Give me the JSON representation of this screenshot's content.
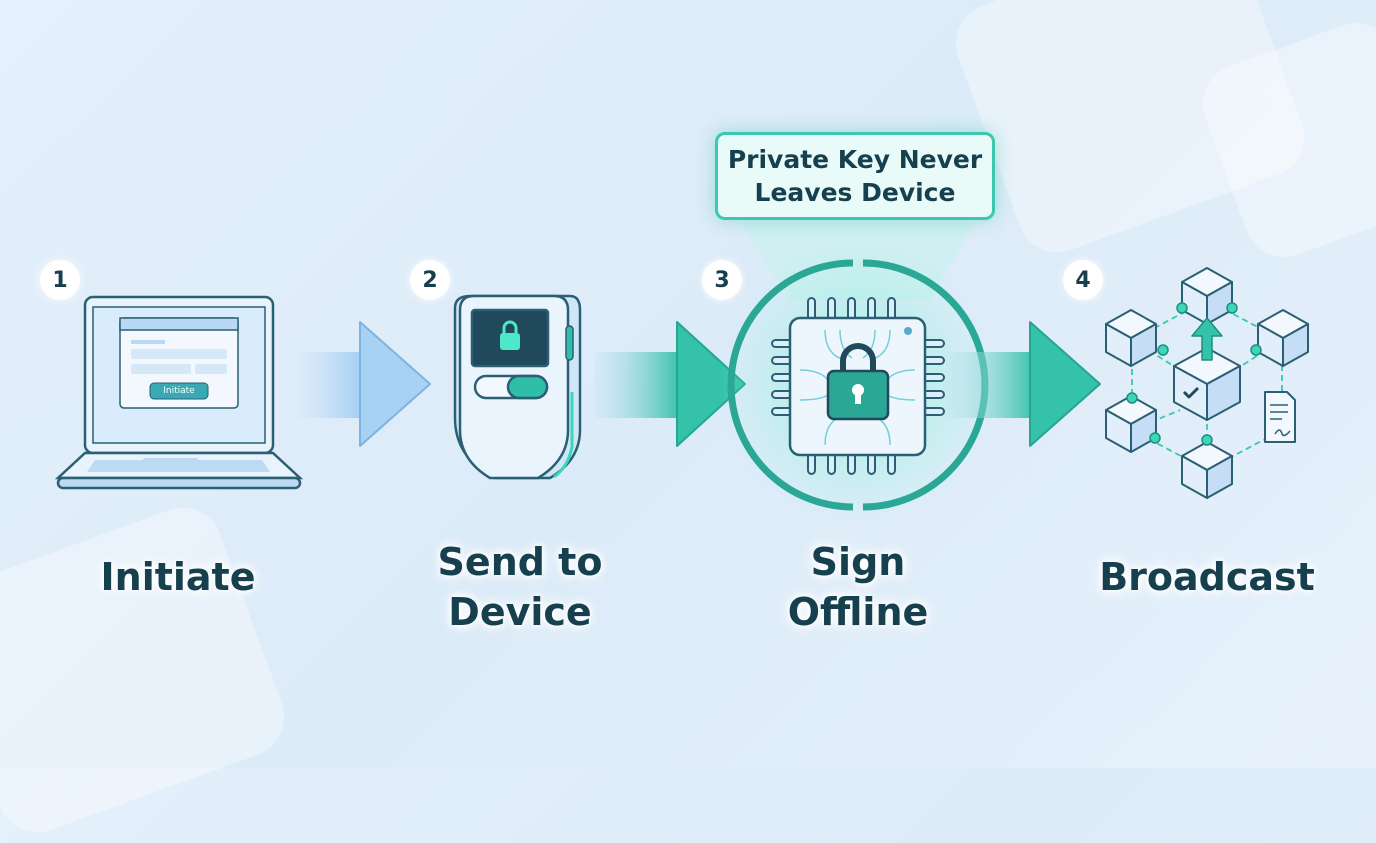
{
  "steps": [
    {
      "number": "1",
      "label": "Initiate",
      "button": "Initiate"
    },
    {
      "number": "2",
      "label_line1": "Send to",
      "label_line2": "Device"
    },
    {
      "number": "3",
      "label_line1": "Sign",
      "label_line2": "Offline"
    },
    {
      "number": "4",
      "label": "Broadcast"
    }
  ],
  "callout": {
    "line1": "Private Key Never",
    "line2": "Leaves Device"
  },
  "colors": {
    "text": "#17404f",
    "teal": "#2fbfa8",
    "blue": "#a9d3f5",
    "outline": "#2b5f73"
  }
}
